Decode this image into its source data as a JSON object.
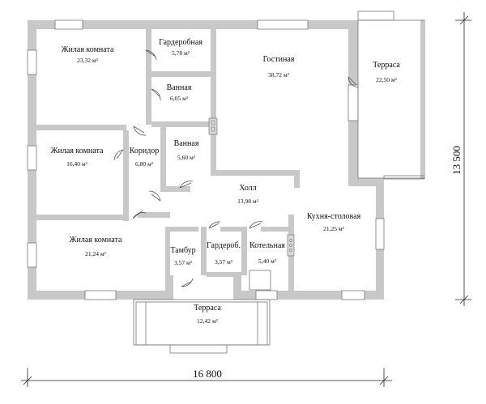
{
  "rooms": [
    {
      "name": "Жилая комната",
      "area": "23,32 м²"
    },
    {
      "name": "Гардеробная",
      "area": "5,78 м²"
    },
    {
      "name": "Ванная",
      "area": "6,05 м²"
    },
    {
      "name": "Гостиная",
      "area": "38,72 м²"
    },
    {
      "name": "Терраса",
      "area": "22,50 м²"
    },
    {
      "name": "Жилая комната",
      "area": "16,40 м²"
    },
    {
      "name": "Коридор",
      "area": "6,80 м²"
    },
    {
      "name": "Ванная",
      "area": "5,60 м²"
    },
    {
      "name": "Холл",
      "area": "13,98 м²"
    },
    {
      "name": "Кухня-столовая",
      "area": "21,25 м²"
    },
    {
      "name": "Жилая комната",
      "area": "21,24 м²"
    },
    {
      "name": "Тамбур",
      "area": "3,57 м²"
    },
    {
      "name": "Гардероб.",
      "area": "3,57 м²"
    },
    {
      "name": "Котельная",
      "area": "5,40 м²"
    },
    {
      "name": "Терраса",
      "area": "12,42 м²"
    }
  ],
  "dimensions": {
    "width": "16 800",
    "height": "13 500"
  },
  "colors": {
    "wall": "#c8c8c8",
    "background": "#ffffff",
    "line": "#222222"
  }
}
